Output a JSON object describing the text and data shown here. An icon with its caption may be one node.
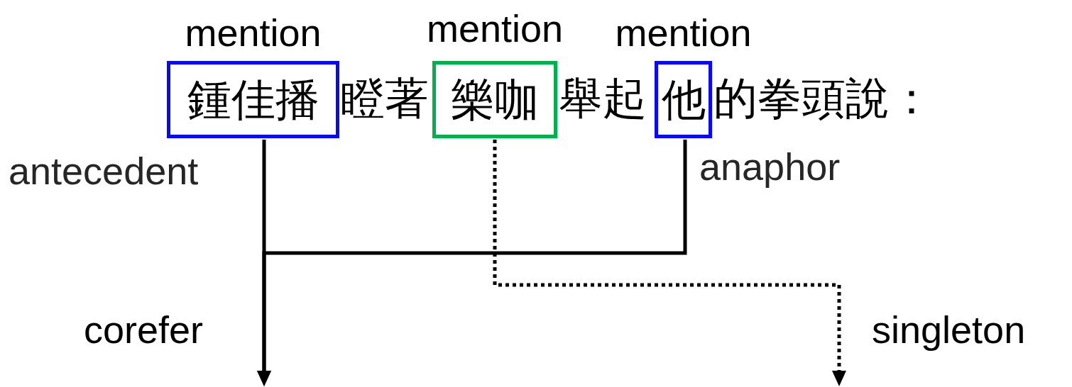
{
  "diagram": {
    "nodes": [
      {
        "text": [
          "mention",
          "鍾佳播"
        ],
        "beside": [
          "antecedent"
        ]
      },
      {
        "text": [
          "mention",
          "樂咖"
        ]
      },
      {
        "text": [
          "mention",
          "他"
        ],
        "beside": [
          "anaphor"
        ]
      }
    ],
    "edges": [
      {
        "from": 0,
        "to": null,
        "arrow": "to",
        "label": "corefer"
      },
      {
        "from": 2,
        "to": null,
        "arrow": "to"
      },
      {
        "from": 1,
        "to": null,
        "arrow": "to",
        "style": "dashed",
        "label": "singleton"
      }
    ],
    "labels": [
      "瞪著",
      "舉起",
      "的拳頭說："
    ]
  }
}
